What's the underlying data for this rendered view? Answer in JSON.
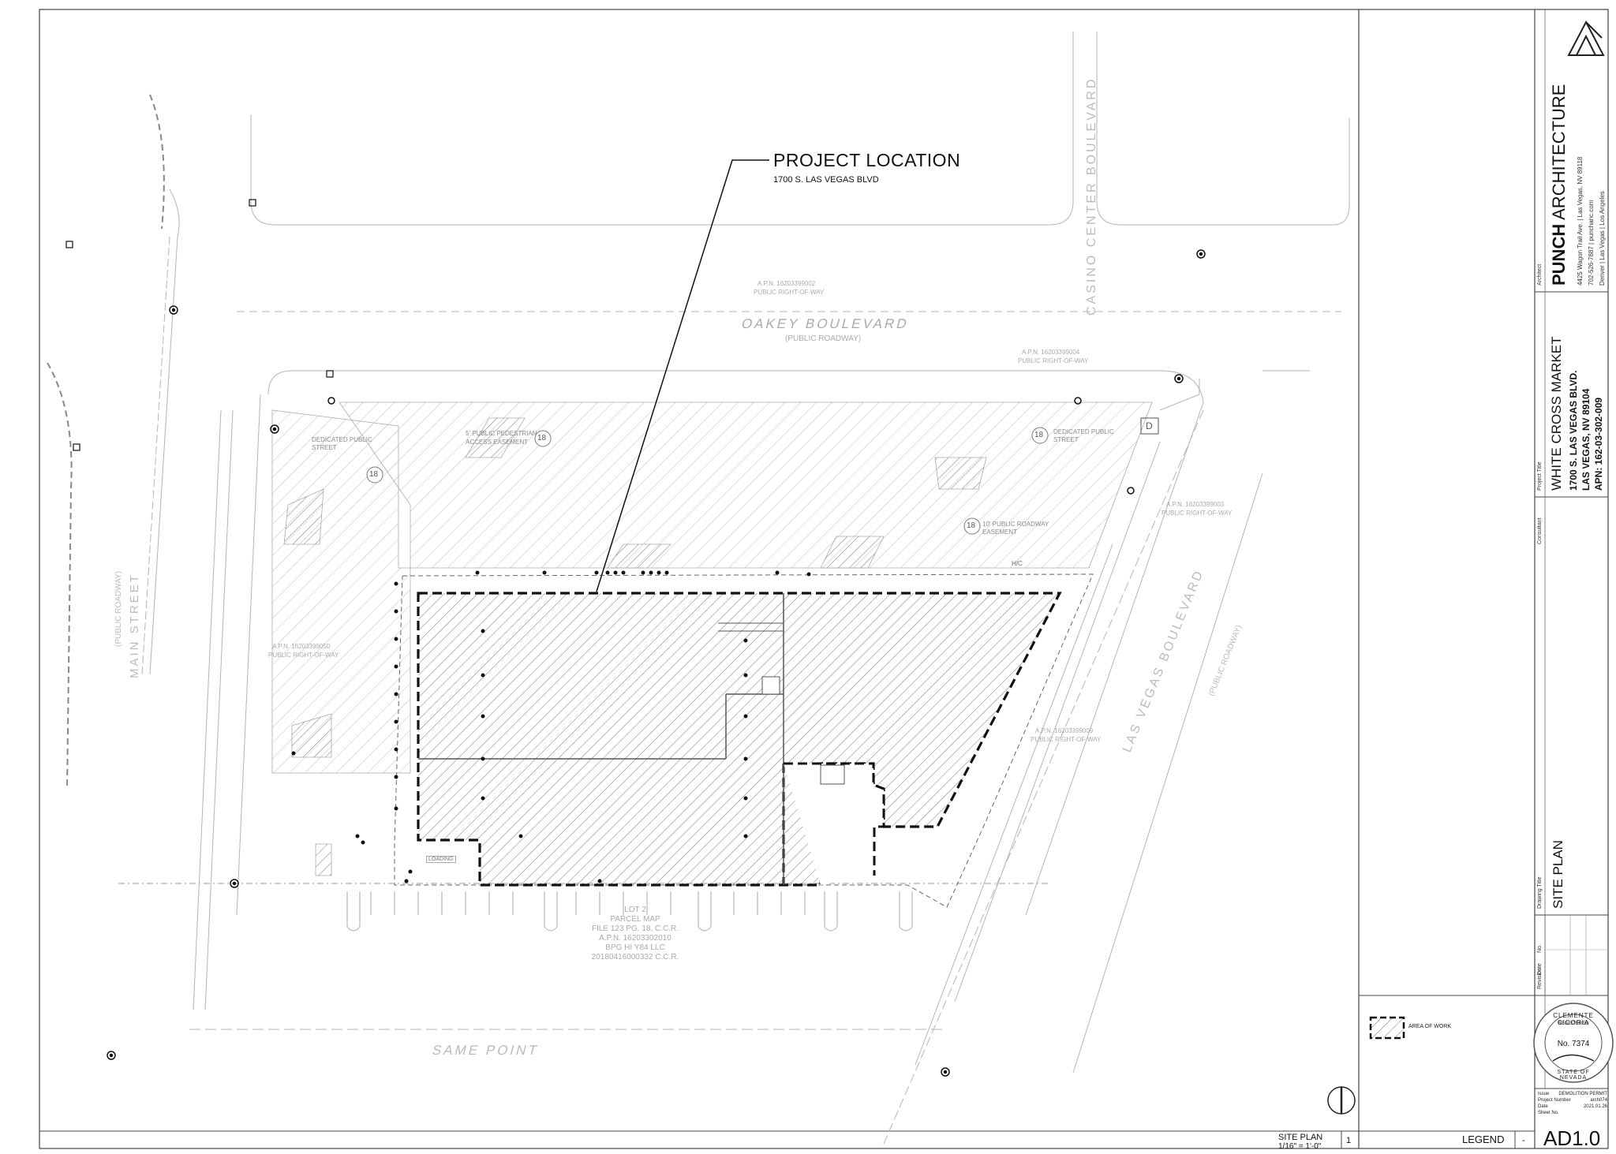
{
  "project_callout": {
    "title": "PROJECT LOCATION",
    "address": "1700 S. LAS VEGAS BLVD"
  },
  "streets": {
    "oakey": "OAKEY BOULEVARD",
    "oakey_sub": "(PUBLIC ROADWAY)",
    "casino": "CASINO CENTER BOULEVARD",
    "las_vegas": "LAS VEGAS BOULEVARD",
    "las_vegas_sub": "(PUBLIC ROADWAY)",
    "main": "MAIN STREET",
    "main_sub": "(PUBLIC ROADWAY)",
    "same_point": "SAME POINT"
  },
  "site_labels": {
    "apn_oakey": "A.P.N. 16203399002",
    "row_public": "PUBLIC RIGHT-OF-WAY",
    "apn_casino": "A.P.N. 16203399004",
    "apn_main": "A.P.N. 16203399050",
    "apn_lvb": "A.P.N. 16203399003",
    "apn_lvb2": "A.P.N. 16203399009",
    "dedicated_1": "DEDICATED PUBLIC",
    "dedicated_2": "STREET",
    "ped_1": "5' PUBLIC PEDESTRIAN",
    "ped_2": "ACCESS EASEMENT",
    "roadway_1": "10' PUBLIC ROADWAY",
    "roadway_2": "EASEMENT",
    "loading": "LOADING",
    "lot_1": "LOT 2",
    "lot_2": "PARCEL MAP",
    "lot_3": "FILE 123 PG. 18, C.C.R.",
    "lot_4": "A.P.N. 16203302010",
    "lot_5": "BPG HI Y84 LLC",
    "lot_6": "20180416000332 C.C.R.",
    "tag_18": "18",
    "tag_d": "D",
    "hc": "H/C"
  },
  "legend": {
    "area_of_work": "AREA OF WORK",
    "title": "LEGEND",
    "num": "-"
  },
  "site_plan_label": {
    "title": "SITE PLAN",
    "scale": "1/16\" = 1'-0\"",
    "num": "1"
  },
  "title_block": {
    "architect_label": "Architect",
    "firm_bold": "PUNCH",
    "firm_rest": " ARCHITECTURE",
    "firm_addr1": "4425 Wagon Trail Ave. | Las Vegas, NV 89118",
    "firm_addr2": "702-526-7887 | punchanc.com",
    "firm_addr3": "Denver | Las Vegas | Los Angeles",
    "project_title_label": "Project Title",
    "project_name": "WHITE CROSS MARKET",
    "project_addr1": "1700 S. LAS VEGAS BLVD.",
    "project_addr2": "LAS VEGAS, NV 89104",
    "project_apn": "APN: 162-03-302-009",
    "consultant_label": "Consultant",
    "drawing_title_label": "Drawing Title",
    "no_label": "No.",
    "drawing_title": "SITE PLAN",
    "revision_label": "Revision",
    "date_label": "Date",
    "seal_top": "CLEMENTE CICORIA",
    "seal_reg": "REGISTERED",
    "seal_no": "No. 7374",
    "seal_bottom": "STATE OF NEVADA",
    "issue_label": "Issue",
    "issue_value": "DEMOLITION PERMIT",
    "project_number_label": "Project Number",
    "project_number_value": "arch074",
    "date_value_label": "Date",
    "date_value": "2021.01.26",
    "sheet_no_label": "Sheet No.",
    "sheet_no": "AD1.0"
  }
}
